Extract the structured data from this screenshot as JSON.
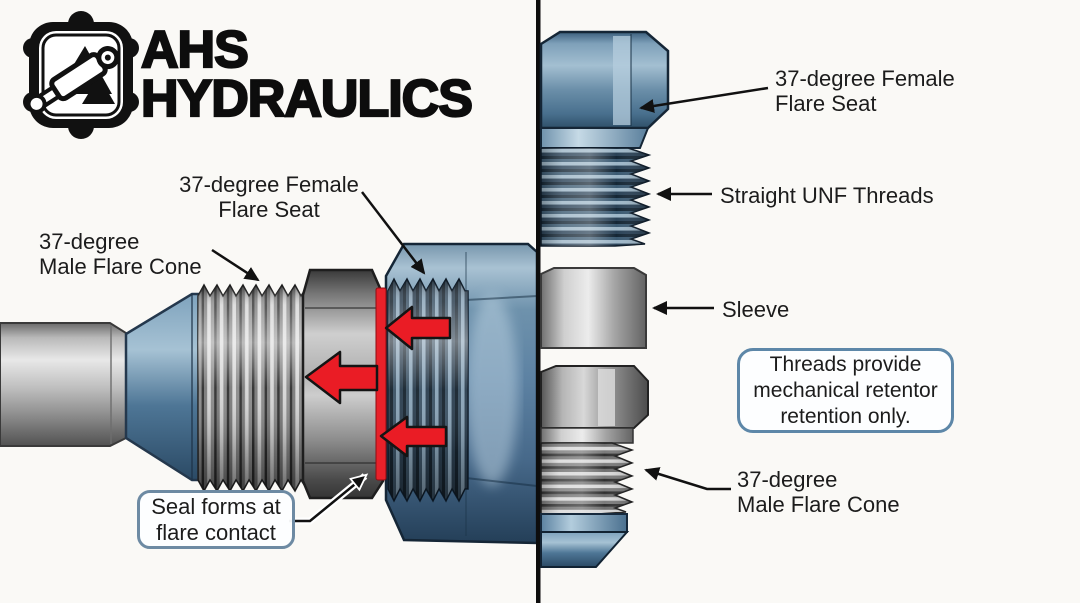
{
  "logo": {
    "line1": "AHS",
    "line2": "HYDRAULICS",
    "badge_icon": "hydraulic-cylinder-badge-icon"
  },
  "left_view": {
    "labels": {
      "female_seat_1": "37-degree Female",
      "female_seat_2": "Flare Seat",
      "male_cone_1": "37-degree",
      "male_cone_2": "Male Flare Cone",
      "seal_callout_1": "Seal forms at",
      "seal_callout_2": "flare contact"
    }
  },
  "right_view": {
    "labels": {
      "female_seat_1": "37-degree Female",
      "female_seat_2": "Flare Seat",
      "unf_threads": "Straight UNF Threads",
      "sleeve": "Sleeve",
      "note_1": "Threads provide",
      "note_2": "mechanical retentor",
      "note_3": "retention only.",
      "male_cone_1": "37-degree",
      "male_cone_2": "Male Flare Cone"
    }
  },
  "icons": {
    "logo_badge": "hydraulic-cylinder-badge-icon",
    "flow_arrow": "red-left-arrow-icon",
    "leader_arrowhead": "black-arrowhead-icon"
  },
  "colors": {
    "background": "#faf9f6",
    "divider": "#0d0d0d",
    "accent_red": "#e8212a",
    "fitting_blue": "#5d82a3",
    "metal_gray": "#a8a8a8",
    "callout_border": "#6d8aa3",
    "note_border": "#5d87a8",
    "text": "#1c1c1c"
  }
}
